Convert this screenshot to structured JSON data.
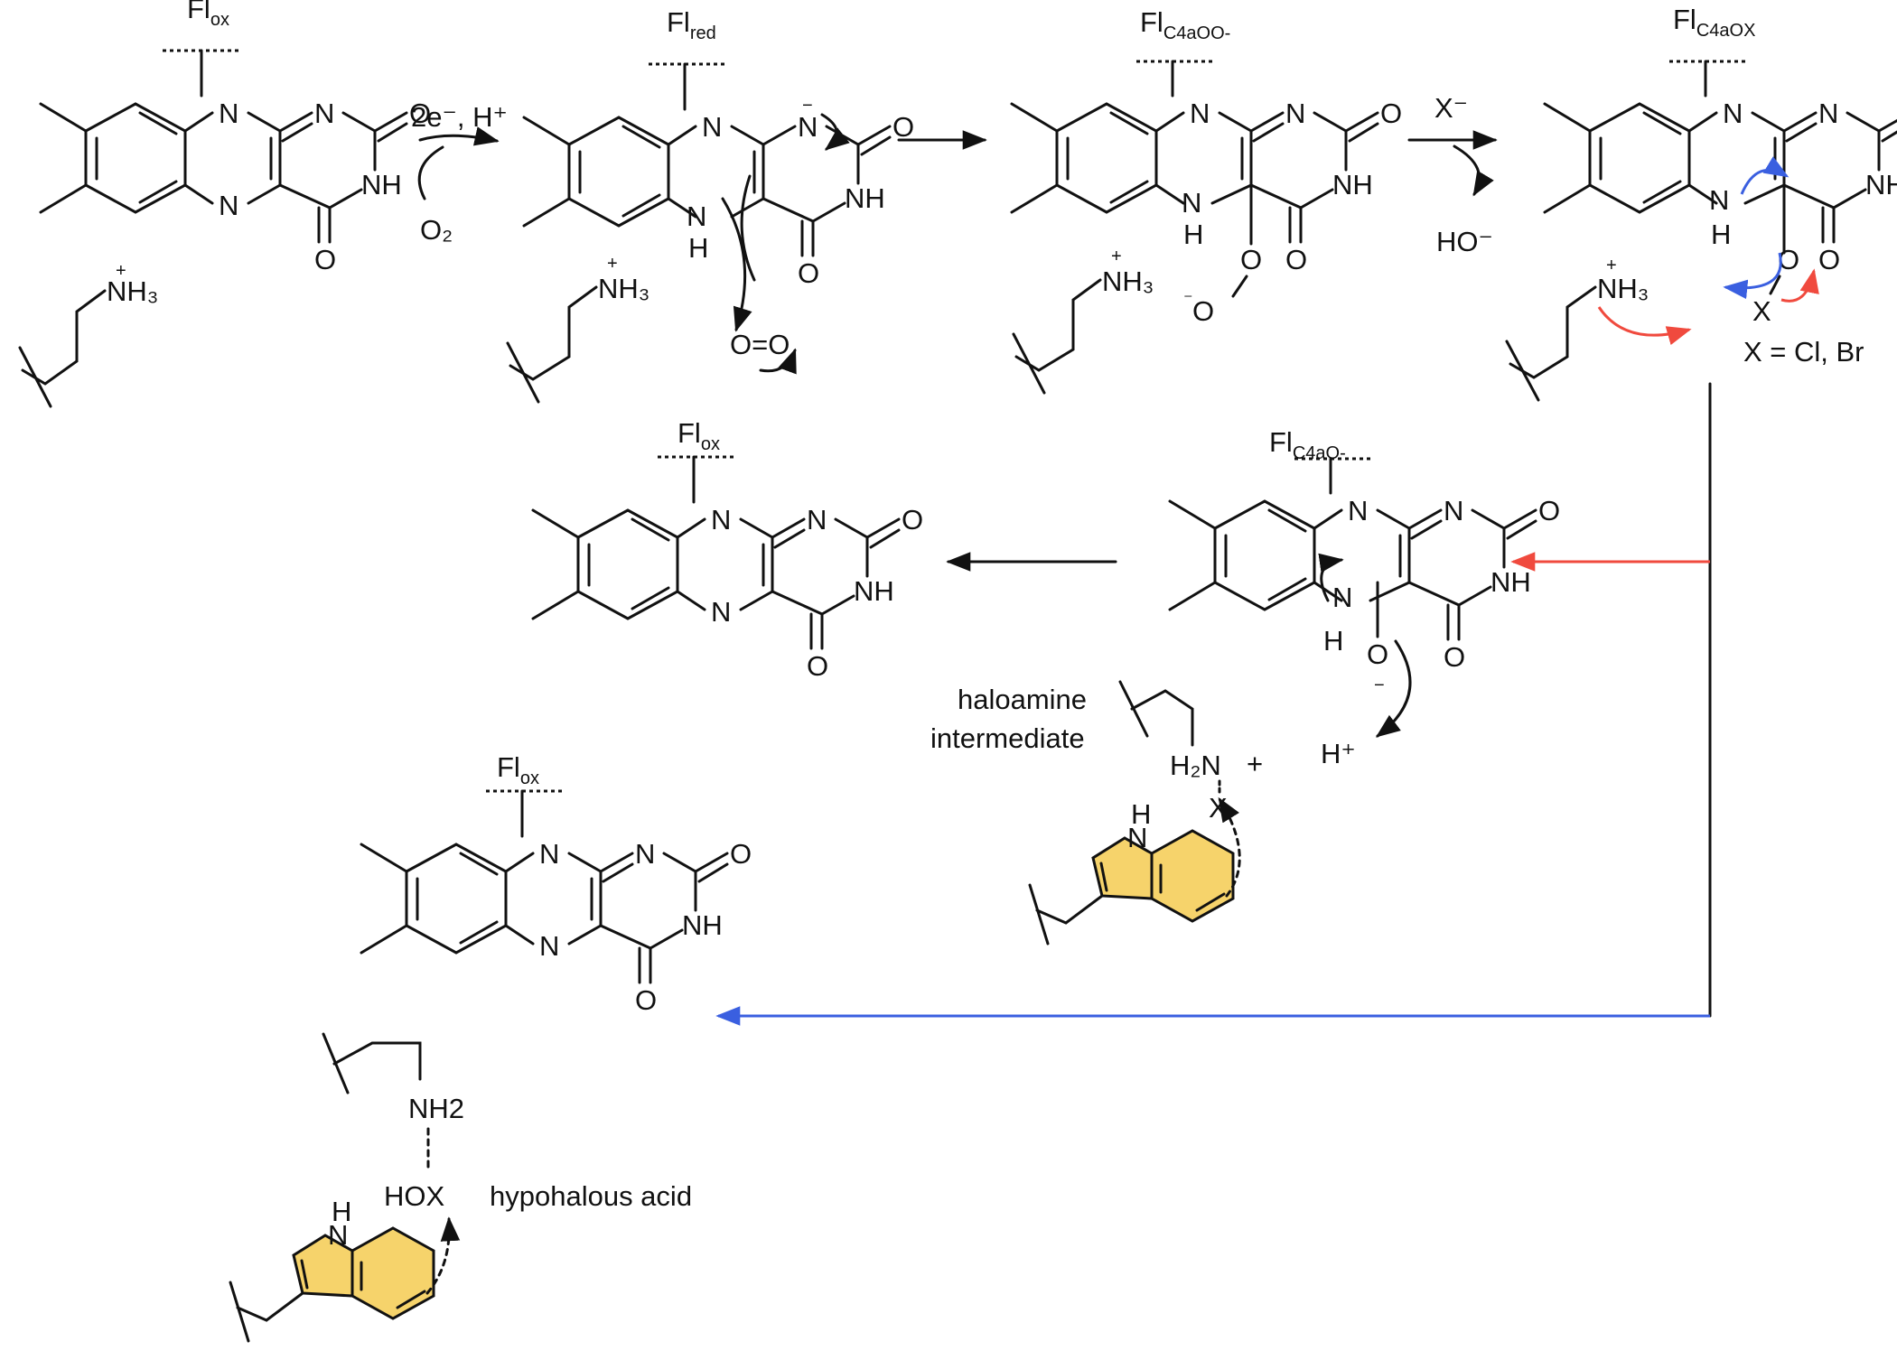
{
  "labels": {
    "fl_ox": "Fl",
    "fl_ox_sub": "ox",
    "fl_red": "Fl",
    "fl_red_sub": "red",
    "fl_c4aoo": "Fl",
    "fl_c4aoo_sub": "C4aOO-",
    "fl_c4aox": "Fl",
    "fl_c4aox_sub": "C4aOX",
    "fl_c4ao": "Fl",
    "fl_c4ao_sub": "C4aO-"
  },
  "reagents": {
    "step1_top": "2e⁻, H⁺",
    "step1_bottom": "O₂",
    "step3_top": "X⁻",
    "step3_bottom": "HO⁻",
    "o2_molecule": "O=O",
    "proton": "H⁺",
    "x_definition": "X = Cl, Br"
  },
  "atoms": {
    "N": "N",
    "NH": "NH",
    "H": "H",
    "O": "O",
    "NH3": "NH₃",
    "NH3_charge": "+",
    "N_anion": "N",
    "neg": "−",
    "peroxy_O": "O",
    "peroxy_neg": "⁻",
    "X": "X",
    "H2N": "H₂N",
    "H2N_charge": "+",
    "NH2": "NH2",
    "HOX": "HOX",
    "indole_NH": "H",
    "indole_N": "N"
  },
  "annotations": {
    "haloamine_line1": "haloamine",
    "haloamine_line2": "intermediate",
    "hypohalous": "hypohalous acid"
  },
  "colors": {
    "ink": "#111111",
    "red_arrow": "#f04a3e",
    "blue_arrow": "#3a5fe0",
    "indole_fill": "#f6d36b"
  }
}
